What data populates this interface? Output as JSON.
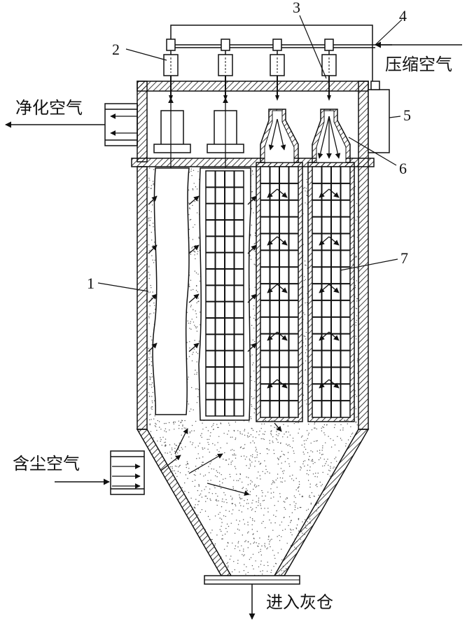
{
  "labels": {
    "clean_air": "净化空气",
    "compressed_air": "压缩空气",
    "dusty_air": "含尘空气",
    "to_hopper": "进入灰仓"
  },
  "callouts": [
    "1",
    "2",
    "3",
    "4",
    "5",
    "6",
    "7"
  ],
  "colors": {
    "ink": "#111111",
    "dust": "#555555",
    "background": "#ffffff"
  }
}
